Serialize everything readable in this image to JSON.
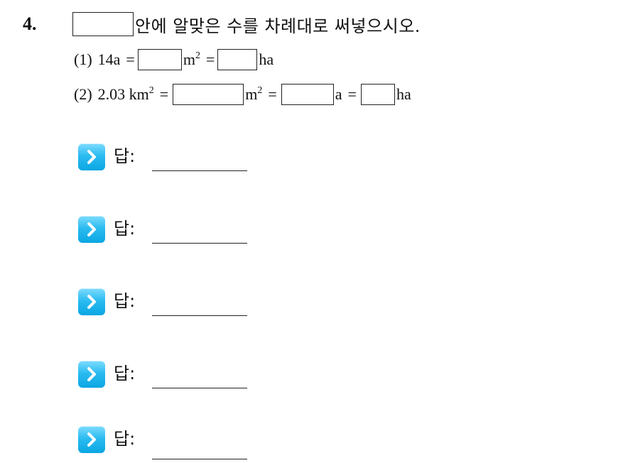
{
  "question": {
    "number": "4.",
    "instruction": "안에 알맞은 수를 차례대로 써넣으시오."
  },
  "parts": [
    {
      "label": "(1)",
      "start": "14a",
      "eq1": "=",
      "unit_mid": "m",
      "exp_mid": "2",
      "eq2": "=",
      "unit_end": "ha"
    },
    {
      "label": "(2)",
      "start": "2.03 km",
      "start_exp": "2",
      "eq1": "=",
      "unit_mid": "m",
      "exp_mid": "2",
      "eq2": "=",
      "unit_mid2": "a",
      "eq3": "=",
      "unit_end": "ha"
    }
  ],
  "answers": [
    {
      "label": "답:"
    },
    {
      "label": "답:"
    },
    {
      "label": "답:"
    },
    {
      "label": "답:"
    },
    {
      "label": "답:"
    }
  ],
  "colors": {
    "arrow_icon": "#1fb4ec",
    "text": "#111111"
  },
  "icons": {
    "answer_marker": "chevron-right-icon"
  }
}
